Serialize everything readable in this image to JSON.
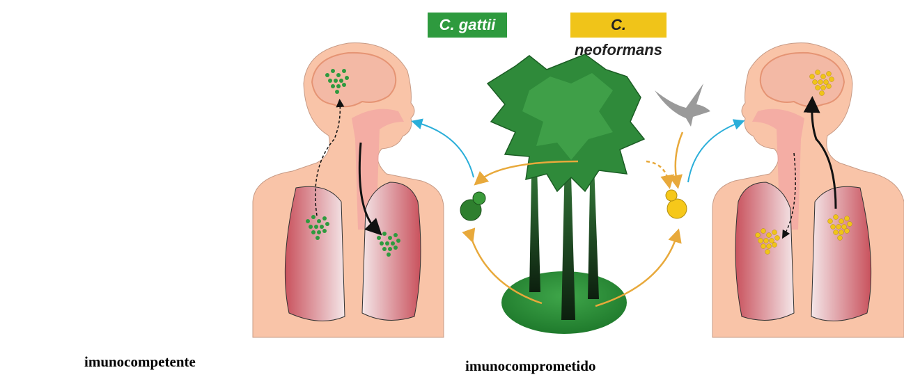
{
  "species": {
    "gattii": {
      "label": "C. gattii",
      "color": "#2e9a3e"
    },
    "neoformans": {
      "label": "C. neoformans",
      "color": "#f0c419"
    }
  },
  "captions": {
    "left": "imunocompetente",
    "right": "imunocomprometido"
  },
  "colors": {
    "skin": "#f9c4a8",
    "lung": "#d9737a",
    "arrow_orange": "#e8a93b",
    "arrow_cyan": "#2aaed9",
    "tree": "#2f8a3a"
  }
}
